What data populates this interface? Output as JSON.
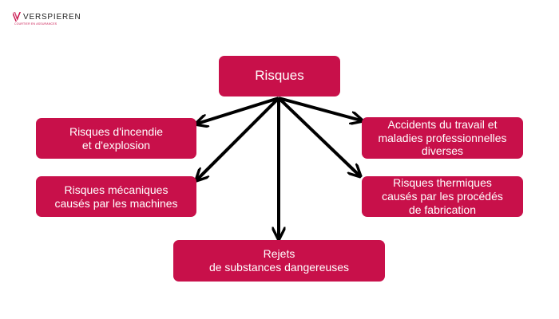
{
  "logo": {
    "name": "VERSPIEREN",
    "tagline": "COURTIER EN ASSURANCES"
  },
  "diagram": {
    "root": "Risques",
    "nodes": [
      {
        "id": "fire",
        "label": "Risques d'incendie\net d'explosion"
      },
      {
        "id": "mech",
        "label": "Risques mécaniques\ncausés par les machines"
      },
      {
        "id": "rej",
        "label": "Rejets\nde substances dangereuses"
      },
      {
        "id": "acc",
        "label": "Accidents du travail et\nmaladies professionnelles\ndiverses"
      },
      {
        "id": "therm",
        "label": "Risques thermiques\ncausés par les procédés\nde fabrication"
      }
    ],
    "colors": {
      "box": "#c8104a",
      "text": "#ffffff",
      "arrow": "#000000"
    }
  }
}
